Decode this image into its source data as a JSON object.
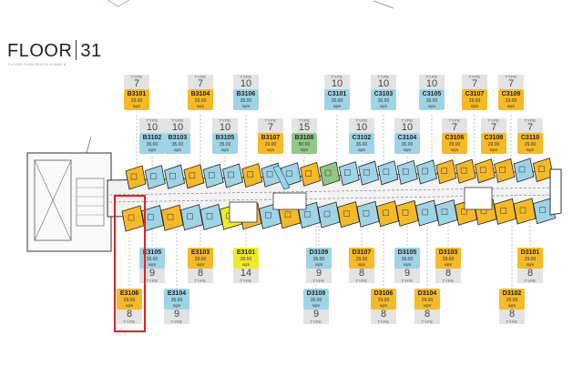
{
  "floor": {
    "word": "FLOOR",
    "number": "31",
    "subtitle": "FLOOR PLAN BLOCK A AND B"
  },
  "colors": {
    "gold": "#f6b928",
    "blue": "#9fd3e6",
    "yellow": "#f0ea2f",
    "green": "#91c886",
    "highlight": "#e02020"
  },
  "unit_word": "sqm",
  "type_word": "TYPE",
  "top_row_1": [
    {
      "code": "B3101",
      "type": "7",
      "area": "29.00",
      "color": "gold"
    },
    {
      "code": "B3104",
      "type": "7",
      "area": "29.00",
      "color": "gold"
    },
    {
      "code": "B3106",
      "type": "10",
      "area": "35.00",
      "color": "blue"
    },
    {
      "code": "C3101",
      "type": "10",
      "area": "35.00",
      "color": "blue"
    },
    {
      "code": "C3103",
      "type": "10",
      "area": "35.00",
      "color": "blue"
    },
    {
      "code": "C3105",
      "type": "10",
      "area": "35.00",
      "color": "blue"
    },
    {
      "code": "C3107",
      "type": "7",
      "area": "29.00",
      "color": "gold"
    },
    {
      "code": "C3109",
      "type": "7",
      "area": "29.00",
      "color": "gold"
    }
  ],
  "top_row_2": [
    {
      "code": "B3102",
      "type": "10",
      "area": "35.00",
      "color": "blue"
    },
    {
      "code": "B3103",
      "type": "10",
      "area": "35.00",
      "color": "blue"
    },
    {
      "code": "B3105",
      "type": "10",
      "area": "35.00",
      "color": "blue"
    },
    {
      "code": "B3107",
      "type": "7",
      "area": "29.00",
      "color": "gold"
    },
    {
      "code": "B3108",
      "type": "15",
      "area": "80.00",
      "color": "green"
    },
    {
      "code": "C3102",
      "type": "10",
      "area": "35.00",
      "color": "blue"
    },
    {
      "code": "C3104",
      "type": "10",
      "area": "35.00",
      "color": "blue"
    },
    {
      "code": "C3106",
      "type": "7",
      "area": "29.00",
      "color": "gold"
    },
    {
      "code": "C3108",
      "type": "7",
      "area": "29.00",
      "color": "gold"
    },
    {
      "code": "C3110",
      "type": "7",
      "area": "29.00",
      "color": "gold"
    }
  ],
  "bottom_row_1": [
    {
      "code": "E3105",
      "type": "9",
      "area": "35.00",
      "color": "blue"
    },
    {
      "code": "E3103",
      "type": "8",
      "area": "29.00",
      "color": "gold"
    },
    {
      "code": "E3101",
      "type": "14",
      "area": "39.50",
      "color": "yellow"
    },
    {
      "code": "D3109",
      "type": "9",
      "area": "35.00",
      "color": "blue"
    },
    {
      "code": "D3107",
      "type": "8",
      "area": "29.00",
      "color": "gold"
    },
    {
      "code": "D3105",
      "type": "9",
      "area": "35.00",
      "color": "blue"
    },
    {
      "code": "D3103",
      "type": "8",
      "area": "29.00",
      "color": "gold"
    },
    {
      "code": "D3101",
      "type": "8",
      "area": "29.00",
      "color": "gold"
    }
  ],
  "bottom_row_2": [
    {
      "code": "E3106",
      "type": "8",
      "area": "29.00",
      "color": "gold"
    },
    {
      "code": "E3104",
      "type": "9",
      "area": "35.00",
      "color": "blue"
    },
    {
      "code": "D3108",
      "type": "9",
      "area": "35.00",
      "color": "blue"
    },
    {
      "code": "D3106",
      "type": "8",
      "area": "29.00",
      "color": "gold"
    },
    {
      "code": "D3104",
      "type": "8",
      "area": "29.00",
      "color": "gold"
    },
    {
      "code": "D3102",
      "type": "8",
      "area": "29.00",
      "color": "gold"
    }
  ]
}
